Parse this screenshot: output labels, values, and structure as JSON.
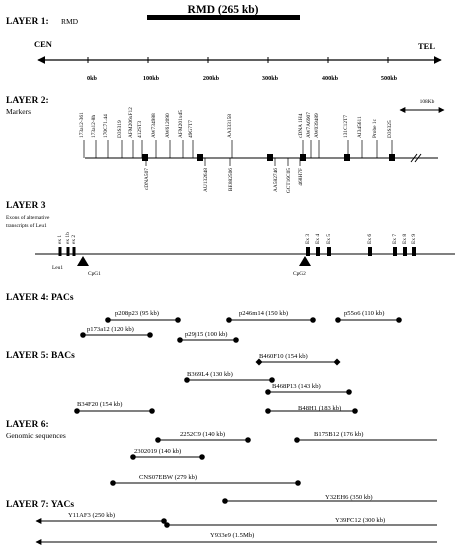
{
  "rmd": {
    "label": "RMD (265 kb)"
  },
  "layer1": {
    "title": "LAYER 1:",
    "subtitle": "RMD",
    "cen": "CEN",
    "tel": "TEL",
    "ticks": [
      "0kb",
      "100kb",
      "200kb",
      "300kb",
      "400kb",
      "500kb"
    ]
  },
  "layer2": {
    "title": "LAYER 2:",
    "subtitle": "Markers",
    "range_label": "108Kb",
    "top_markers": [
      "173a12-361",
      "173a12-8h",
      "170C71.44",
      "D3S319",
      "AFM206xF12",
      "412ST3",
      "AW734988",
      "AW612090",
      "AFM201xd5",
      "49G7T7",
      "AA333158",
      "cDNA 1H4",
      "AW7A6907",
      "AW039489",
      "131C12T7",
      "AI345611",
      "Probe 1c",
      "D3S325"
    ],
    "bottom_markers": [
      "cDNA507",
      "AU132648",
      "BE882506",
      "AA582746",
      "GCT16C05",
      "468H7F"
    ]
  },
  "layer3": {
    "title": "LAYER 3",
    "subtitle1": "Exons of alternative",
    "subtitle2": "transcripts of Leu1",
    "exons_left": [
      "ex 1",
      "ex 1b",
      "ex 2"
    ],
    "exons_right": [
      "Ex 3",
      "Ex 4",
      "Ex 5",
      "Ex 6",
      "Ex 7",
      "Ex 8",
      "Ex 9"
    ],
    "gene": "Leu1",
    "cpg1": "CpG1",
    "cpg2": "CpG2"
  },
  "layer4": {
    "title": "LAYER 4: PACs",
    "clones": [
      "p208p23 (95 kb)",
      "p246m14 (150 kb)",
      "p55o6 (110 kb)",
      "p173a12 (120 kb)",
      "p29j15 (100 kb)"
    ]
  },
  "layer5": {
    "title": "LAYER 5: BACs",
    "clones": [
      "B460F10 (154 kb)",
      "B369L4 (130 kb)",
      "B468P13 (143 kb)",
      "B34F20 (154 kb)",
      "B48H1 (183 kb)"
    ]
  },
  "layer6": {
    "title": "LAYER 6:",
    "subtitle": "Genomic sequences",
    "clones": [
      "2252C9 (140 kb)",
      "B175B12 (176 kb)",
      "2302019 (140 kb)",
      "CNS07EBW (279 kb)"
    ]
  },
  "layer7": {
    "title": "LAYER 7: YACs",
    "clones": [
      "Y32EH6 (350 kb)",
      "Y11AF3 (250 kb)",
      "Y39FC12 (300 kb)",
      "Y933e9 (1.5Mb)"
    ]
  }
}
